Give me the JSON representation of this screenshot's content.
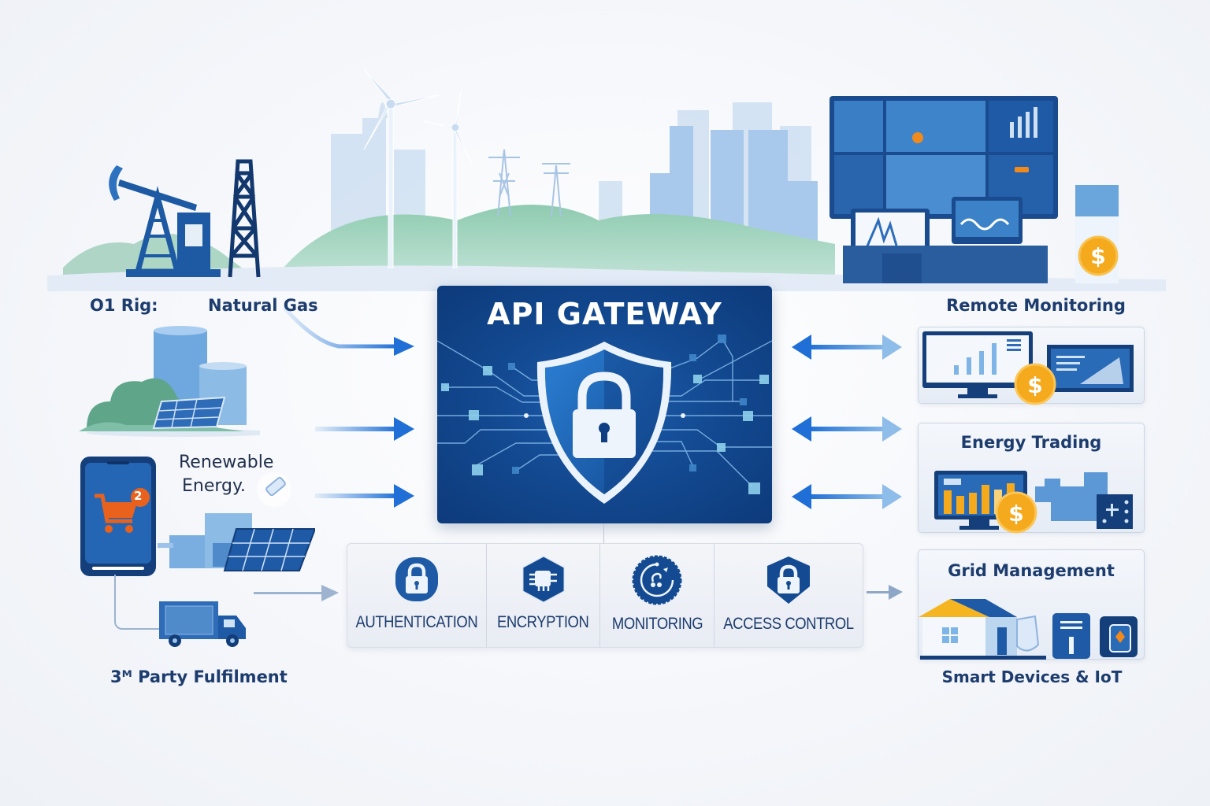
{
  "title": "API Gateway",
  "colors": {
    "primary_navy": "#0d3a7a",
    "gateway_blue": "#134a92",
    "accent_blue": "#2f7fdc",
    "coin_gold": "#f5a91c",
    "cart_orange": "#e8621e",
    "greenery": "#6bb59a",
    "background": "#f4f6fa"
  },
  "sources": {
    "oil_rig": {
      "label": "O1 Rig:",
      "icon": "oil-pump-icon"
    },
    "natural_gas": {
      "label": "Natural Gas",
      "icon": "gas-tanks-icon"
    },
    "renewable": {
      "line1": "Renewable",
      "line2": "Energy.",
      "icon": "solar-panel-icon"
    },
    "fulfilment": {
      "label": "3ᴹ Party Fulfilment",
      "icon": "delivery-truck-icon"
    },
    "mobile_cart_badge": "2"
  },
  "gateway": {
    "title": "API GATEWAY",
    "icon": "shield-lock-icon"
  },
  "features": [
    {
      "label": "AUTHENTICATION",
      "icon": "lock-icon"
    },
    {
      "label": "ENCRYPTION",
      "icon": "chip-icon"
    },
    {
      "label": "MONITORING",
      "icon": "gauge-icon"
    },
    {
      "label": "ACCESS CONTROL",
      "icon": "shield-lock-icon"
    }
  ],
  "services": [
    {
      "label": "Remote Monitoring",
      "icon": "monitor-dashboard-icon"
    },
    {
      "label": "Energy Trading",
      "icon": "trading-chart-icon"
    },
    {
      "label": "Grid Management",
      "icon": "smart-home-icon"
    }
  ],
  "footer_right": "Smart Devices & IoT"
}
